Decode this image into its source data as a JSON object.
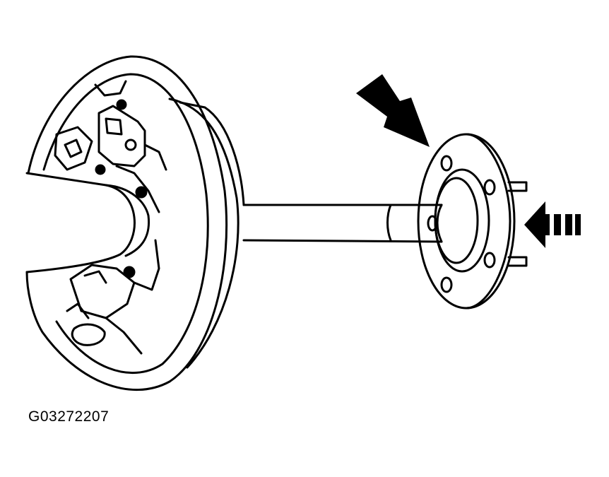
{
  "figure": {
    "id": "G03272207",
    "line_color": "#000000",
    "background_color": "#ffffff"
  },
  "callouts": [
    {
      "name": "solid-arrow",
      "style": "solid",
      "target": "axle-flange"
    },
    {
      "name": "dashed-arrow",
      "style": "dashed",
      "target": "axle-flange"
    }
  ]
}
